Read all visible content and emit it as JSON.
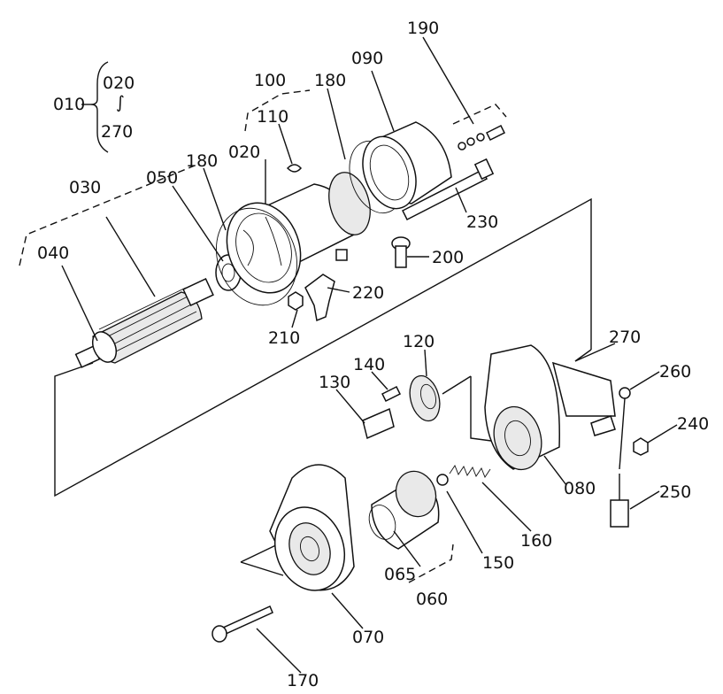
{
  "diagram": {
    "labels": {
      "l010": "010",
      "l020a": "020",
      "l020b": "020",
      "l030": "030",
      "l040": "040",
      "l050": "050",
      "l060": "060",
      "l065": "065",
      "l070": "070",
      "l080": "080",
      "l090": "090",
      "l100": "100",
      "l110": "110",
      "l120": "120",
      "l130": "130",
      "l140": "140",
      "l150": "150",
      "l160": "160",
      "l170": "170",
      "l180a": "180",
      "l180b": "180",
      "l190": "190",
      "l200": "200",
      "l210": "210",
      "l220": "220",
      "l230": "230",
      "l240": "240",
      "l250": "250",
      "l260": "260",
      "l270a": "270",
      "l270b": "270",
      "tilde": "∫"
    }
  }
}
